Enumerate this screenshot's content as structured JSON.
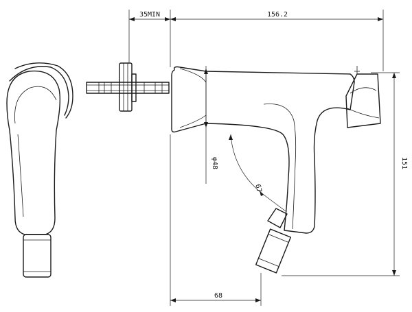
{
  "dimensions": {
    "wall_depth": "35MIN",
    "length": "156.2",
    "height": "151",
    "diameter": "φ48",
    "angle": "67°",
    "spout_offset": "68"
  }
}
